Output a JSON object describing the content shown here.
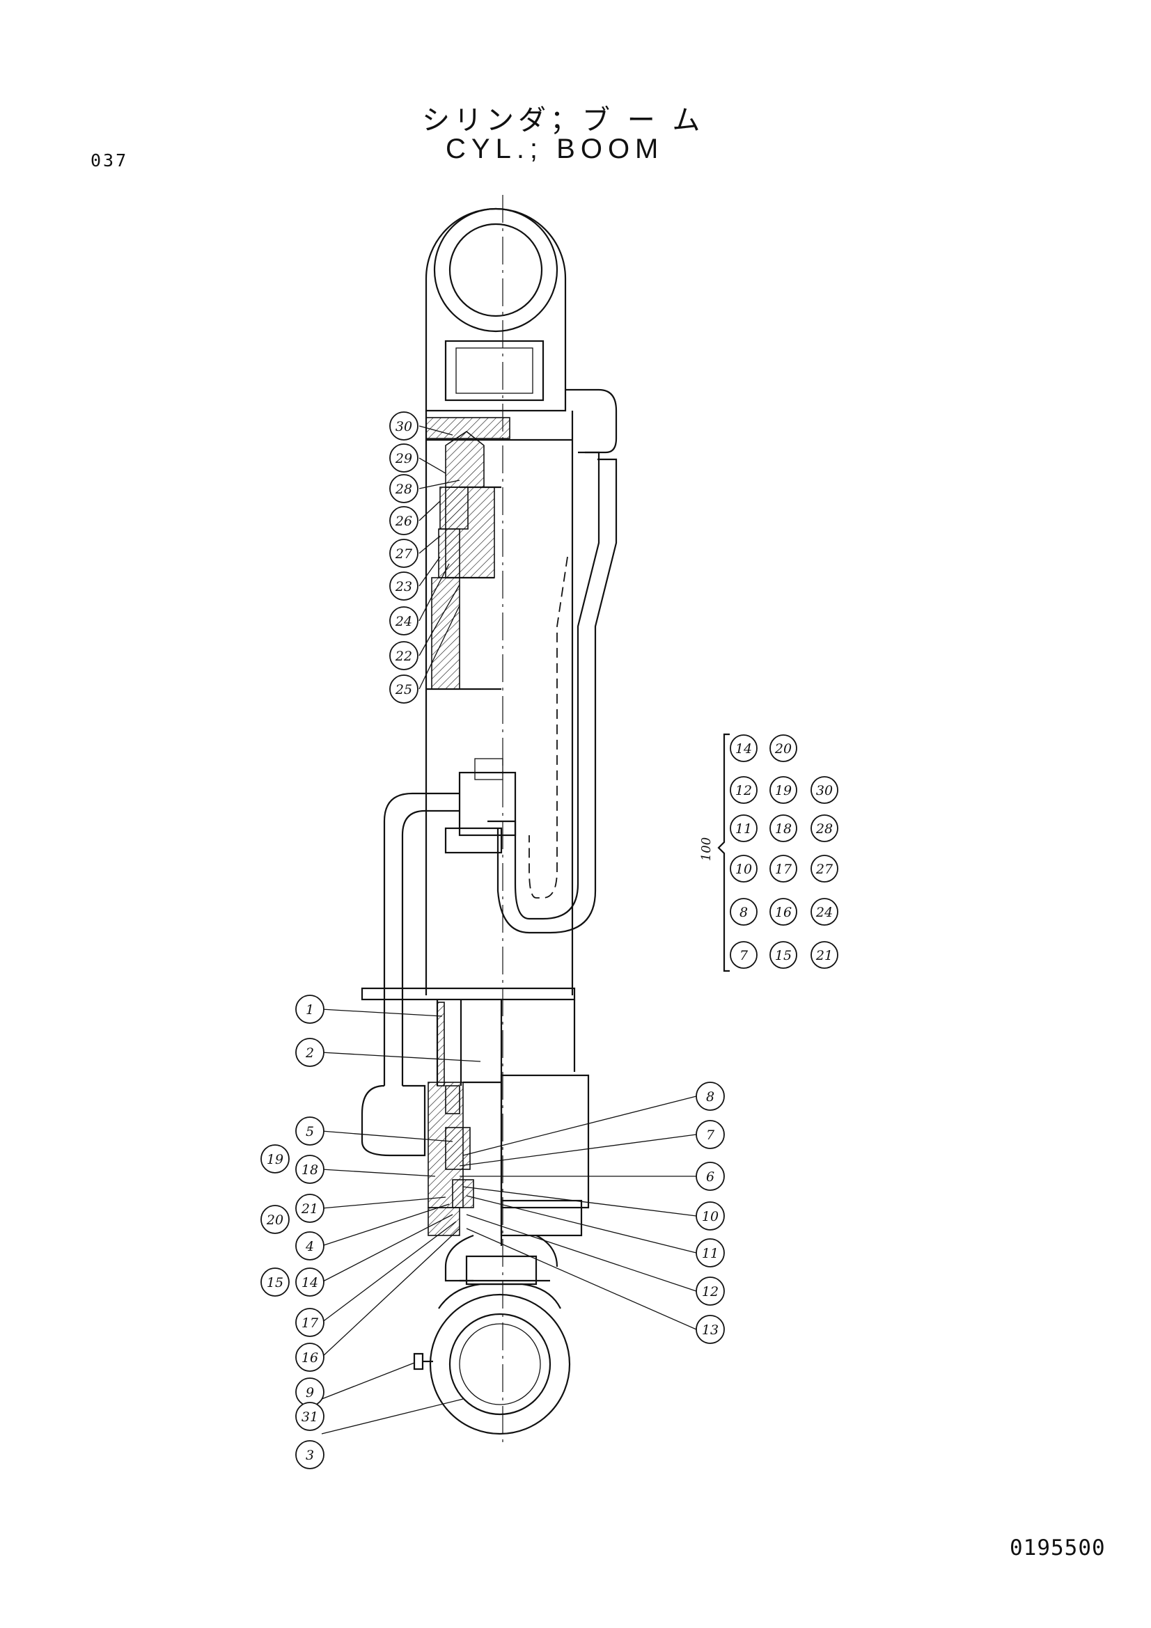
{
  "header": {
    "page_number": "037",
    "title_jp": "シリンダ；ブ ー ム",
    "title_en": "CYL.; BOOM"
  },
  "footer": {
    "drawing_number": "0195500"
  },
  "callouts": {
    "top_cluster": [
      "30",
      "29",
      "28",
      "26",
      "27",
      "23",
      "24",
      "22",
      "25"
    ],
    "lower_right": [
      "8",
      "7",
      "6",
      "10",
      "11",
      "12",
      "13"
    ],
    "lower_left": [
      "1",
      "2",
      "5",
      "18",
      "19",
      "21",
      "20",
      "4",
      "14",
      "15",
      "17",
      "16",
      "9",
      "31",
      "3"
    ]
  },
  "kit": {
    "label": "100",
    "rows": [
      [
        "14",
        "12",
        "11",
        "10",
        "8",
        "7"
      ],
      [
        "20",
        "19",
        "18",
        "17",
        "16",
        "15"
      ],
      [
        "30",
        "28",
        "27",
        "24",
        "21"
      ]
    ]
  }
}
